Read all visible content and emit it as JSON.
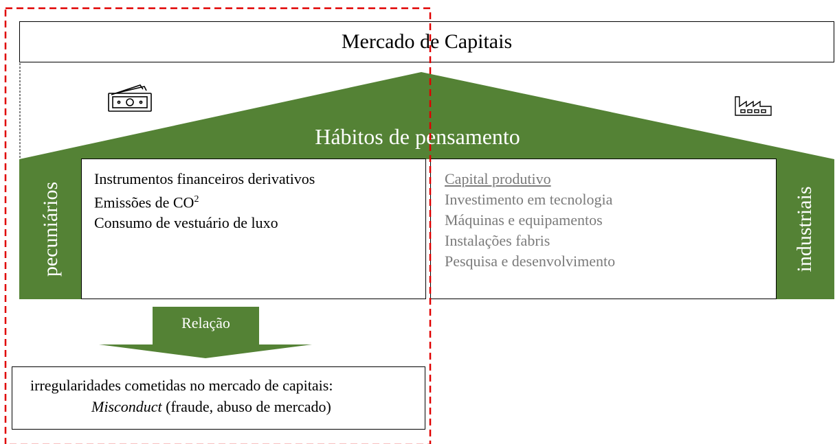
{
  "title": "Mercado de Capitais",
  "roof": {
    "title": "Hábitos de pensamento",
    "color": "#548235"
  },
  "icons": {
    "left": "money-bills-icon",
    "right": "factory-icon"
  },
  "pillars": {
    "left": "pecuniários",
    "right": "industriais"
  },
  "left_items": [
    "Instrumentos financeiros derivativos",
    "Emissões de CO",
    "Consumo de vestuário de luxo"
  ],
  "left_item_superscript": "2",
  "right_items": [
    "Capital produtivo",
    "Investimento em tecnologia",
    "Máquinas e equipamentos",
    "Instalações fabris",
    "Pesquisa e desenvolvimento"
  ],
  "arrow_label": "Relação",
  "bottom": {
    "line1": "irregularidades cometidas no mercado de capitais:",
    "line2_italic": "Misconduct",
    "line2_rest": " (fraude, abuso de mercado)"
  },
  "highlight_color": "#e00000"
}
